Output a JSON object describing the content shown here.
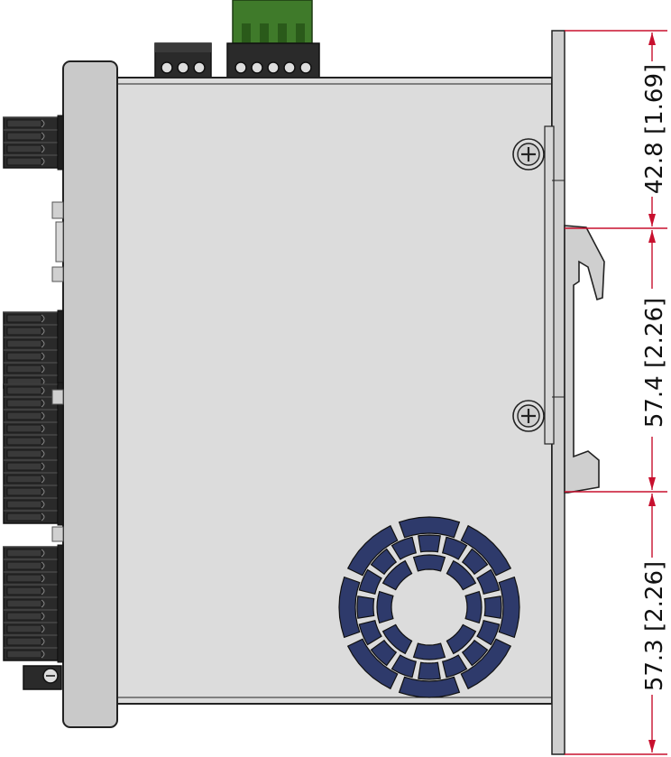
{
  "colors": {
    "body_fill": "#dcdcdc",
    "front_panel_fill": "#c9c9c9",
    "outline": "#222222",
    "terminal_black": "#2a2a2a",
    "terminal_green": "#3f7a2a",
    "vent_fill": "#2e3a6b",
    "dimension_red": "#c8102e",
    "din_clip_fill": "#cfcfcf"
  },
  "dimensions": [
    {
      "id": "top",
      "label": "42.8 [1.69]"
    },
    {
      "id": "middle",
      "label": "57.4 [2.26]"
    },
    {
      "id": "bottom",
      "label": "57.3 [2.26]"
    }
  ],
  "components": {
    "screws": [
      "upper-mounting-screw",
      "lower-mounting-screw"
    ],
    "vent": "cooling-vent-grille",
    "din_clip": "din-rail-clip"
  }
}
